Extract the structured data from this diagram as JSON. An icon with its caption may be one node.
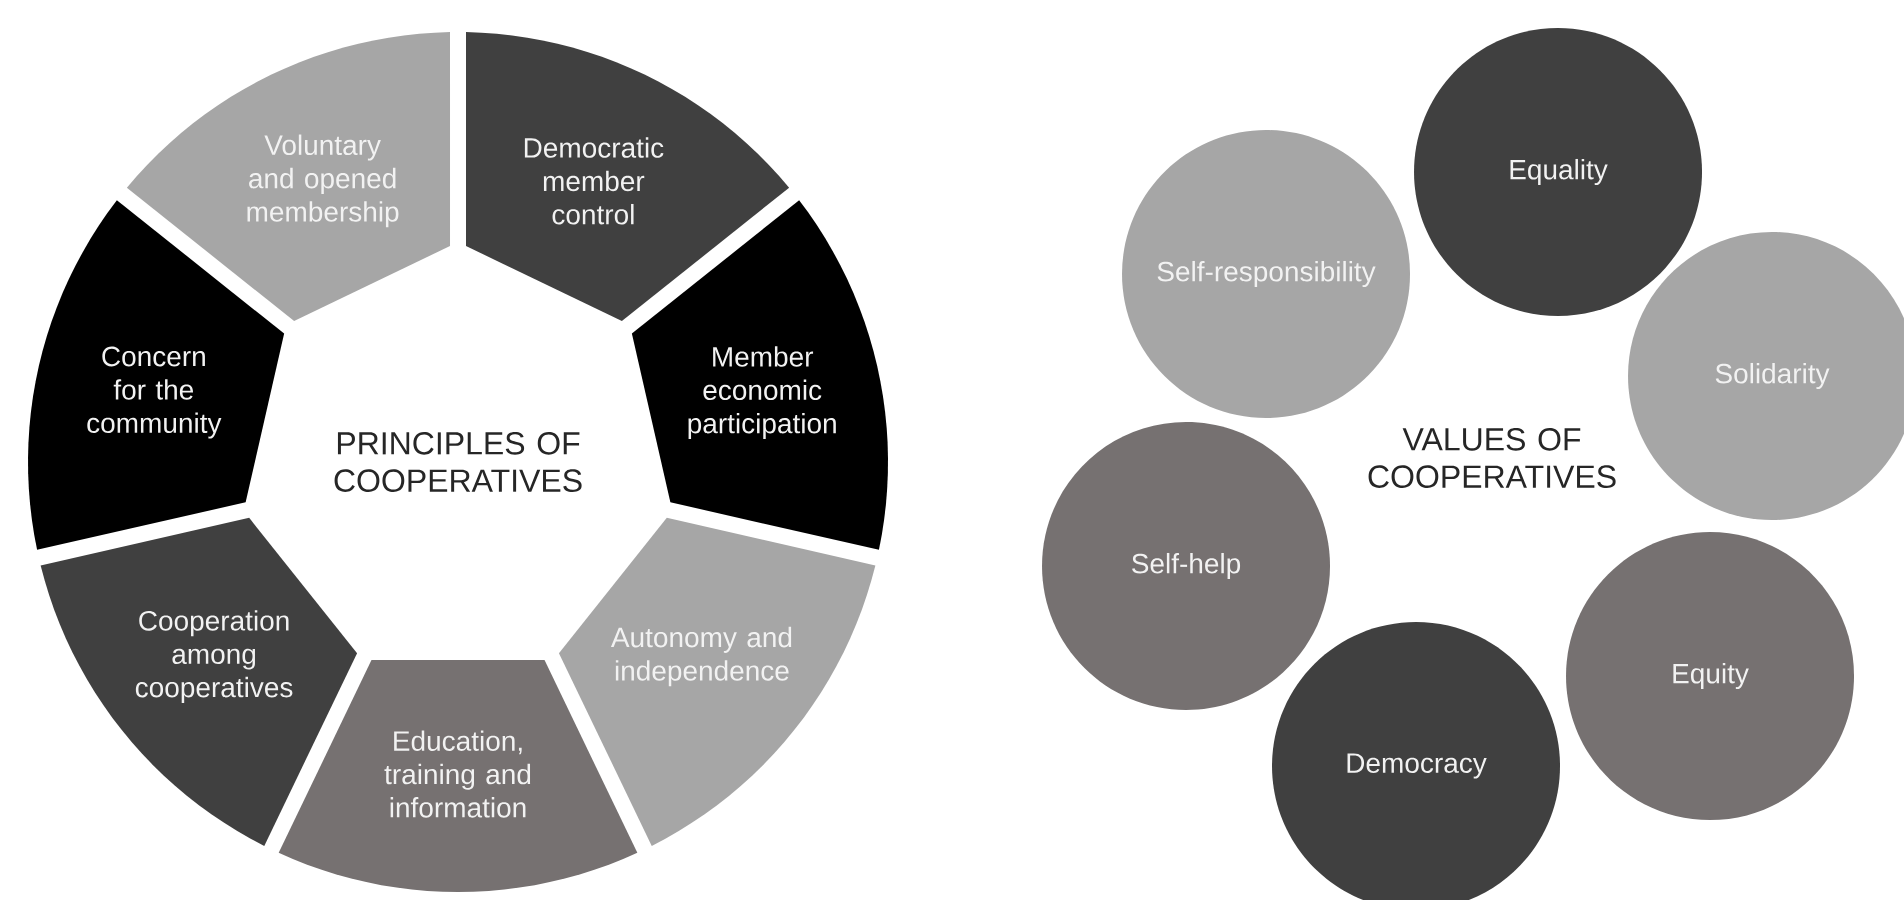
{
  "diagram": {
    "nodes": [
      {
        "text": [
          "Democratic member control"
        ]
      },
      {
        "text": [
          "Member economic participation"
        ]
      },
      {
        "text": [
          "Autonomy and independence"
        ]
      },
      {
        "text": [
          "Education, training and information"
        ]
      },
      {
        "text": [
          "Cooperation among cooperatives"
        ]
      },
      {
        "text": [
          "Concern for the community"
        ]
      },
      {
        "text": [
          "Voluntary and opened membership"
        ]
      },
      {
        "text": [
          "Equality"
        ]
      },
      {
        "text": [
          "Self-responsibility"
        ]
      },
      {
        "text": [
          "Solidarity"
        ]
      },
      {
        "text": [
          "Self-help"
        ]
      },
      {
        "text": [
          "Equity"
        ]
      },
      {
        "text": [
          "Democracy"
        ]
      }
    ],
    "labels": [
      "PRINCIPLES OF COOPERATIVES",
      "VALUES OF COOPERATIVES"
    ]
  }
}
